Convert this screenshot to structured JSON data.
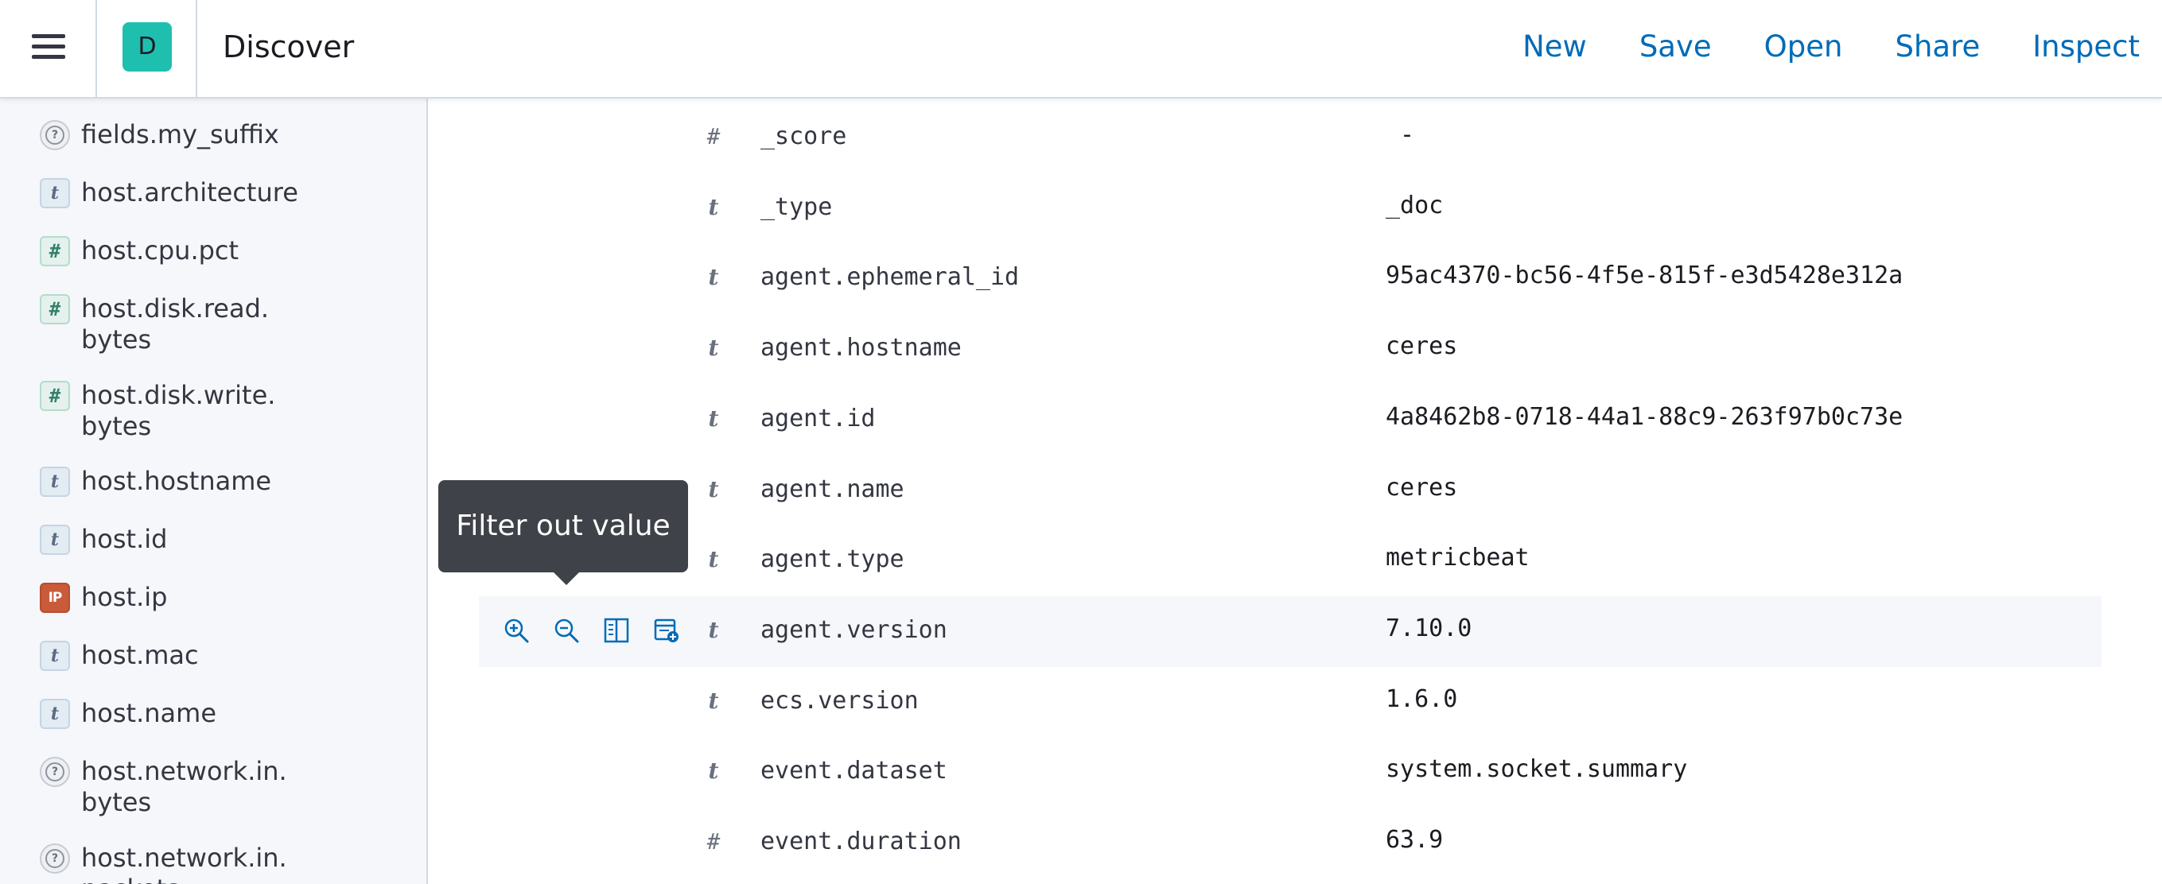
{
  "header": {
    "space_initial": "D",
    "app_title": "Discover",
    "links": [
      "New",
      "Save",
      "Open",
      "Share",
      "Inspect"
    ],
    "accent_color": "#006bb8",
    "badge_color": "#1fbfb0"
  },
  "sidebar": {
    "fields": [
      {
        "name": "fields.my_suffix",
        "type": "unknown",
        "type_label": "?"
      },
      {
        "name": "host.architecture",
        "type": "string",
        "type_label": "t"
      },
      {
        "name": "host.cpu.pct",
        "type": "number",
        "type_label": "#"
      },
      {
        "name": "host.disk.read.\nbytes",
        "type": "number",
        "type_label": "#"
      },
      {
        "name": "host.disk.write.\nbytes",
        "type": "number",
        "type_label": "#"
      },
      {
        "name": "host.hostname",
        "type": "string",
        "type_label": "t"
      },
      {
        "name": "host.id",
        "type": "string",
        "type_label": "t"
      },
      {
        "name": "host.ip",
        "type": "ip",
        "type_label": "IP"
      },
      {
        "name": "host.mac",
        "type": "string",
        "type_label": "t"
      },
      {
        "name": "host.name",
        "type": "string",
        "type_label": "t"
      },
      {
        "name": "host.network.in.\nbytes",
        "type": "unknown",
        "type_label": "?"
      },
      {
        "name": "host.network.in.\npackets",
        "type": "unknown",
        "type_label": "?"
      }
    ]
  },
  "document": {
    "rows": [
      {
        "type": "number",
        "type_label": "#",
        "field": "_score",
        "value": " -"
      },
      {
        "type": "string",
        "type_label": "t",
        "field": "_type",
        "value": "_doc"
      },
      {
        "type": "string",
        "type_label": "t",
        "field": "agent.ephemeral_id",
        "value": "95ac4370-bc56-4f5e-815f-e3d5428e312a"
      },
      {
        "type": "string",
        "type_label": "t",
        "field": "agent.hostname",
        "value": "ceres"
      },
      {
        "type": "string",
        "type_label": "t",
        "field": "agent.id",
        "value": "4a8462b8-0718-44a1-88c9-263f97b0c73e"
      },
      {
        "type": "string",
        "type_label": "t",
        "field": "agent.name",
        "value": "ceres"
      },
      {
        "type": "string",
        "type_label": "t",
        "field": "agent.type",
        "value": "metricbeat"
      },
      {
        "type": "string",
        "type_label": "t",
        "field": "agent.version",
        "value": "7.10.0"
      },
      {
        "type": "string",
        "type_label": "t",
        "field": "ecs.version",
        "value": "1.6.0"
      },
      {
        "type": "string",
        "type_label": "t",
        "field": "event.dataset",
        "value": "system.socket.summary"
      },
      {
        "type": "number",
        "type_label": "#",
        "field": "event.duration",
        "value": "63.9"
      }
    ],
    "hovered_row": 7,
    "row_actions": [
      "filter-in-icon",
      "filter-out-icon",
      "toggle-column-icon",
      "filter-exists-icon"
    ]
  },
  "tooltip": {
    "text": "Filter out value"
  }
}
